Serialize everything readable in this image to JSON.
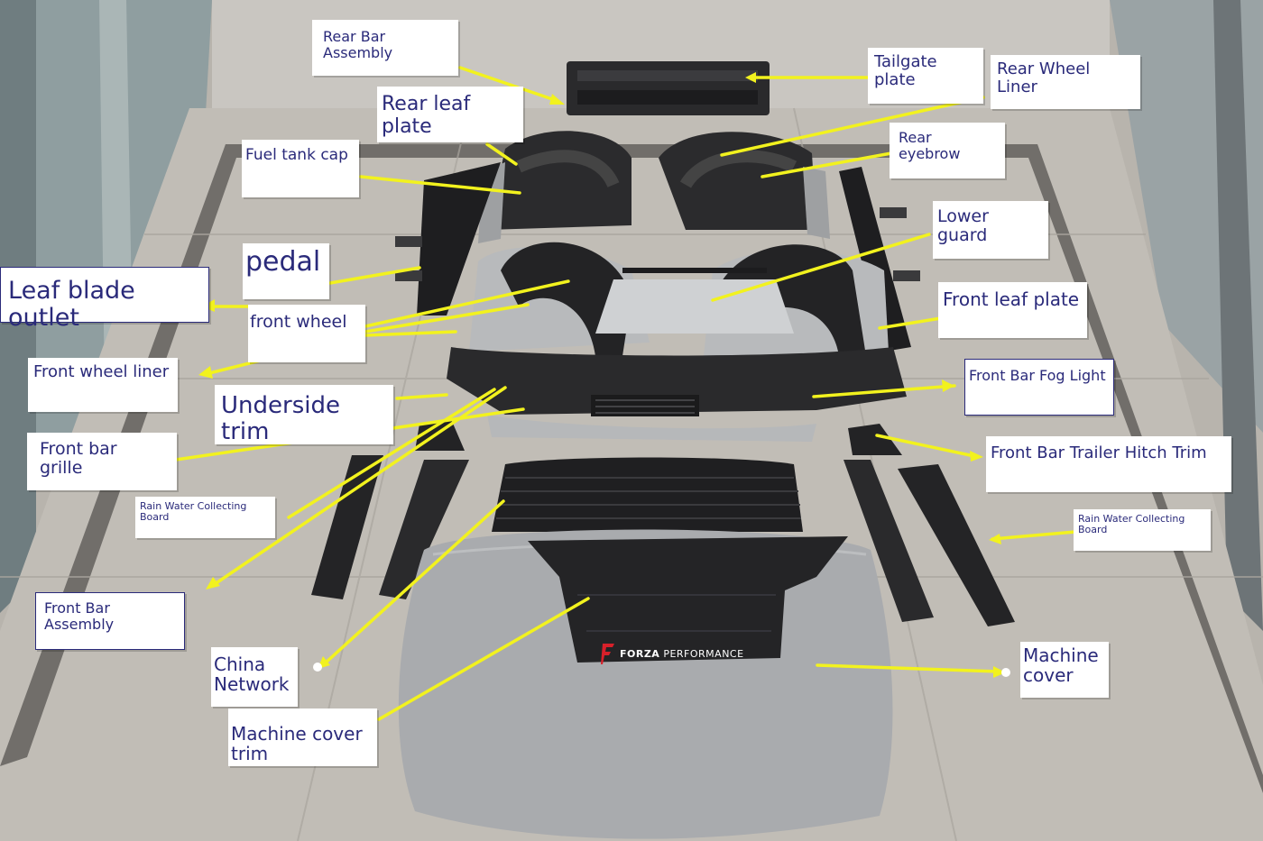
{
  "labels": {
    "rear_bar_assembly": "Rear Bar Assembly",
    "tailgate_plate": "Tailgate plate",
    "rear_wheel_liner": "Rear Wheel Liner",
    "rear_leaf_plate": "Rear leaf plate",
    "rear_eyebrow": "Rear eyebrow",
    "fuel_tank_cap": "Fuel tank cap",
    "lower_guard": "Lower guard",
    "pedal": "pedal",
    "leaf_blade_outlet": "Leaf blade outlet",
    "front_leaf_plate": "Front leaf plate",
    "front_wheel": "front wheel",
    "front_wheel_liner": "Front wheel liner",
    "front_bar_fog_light": "Front Bar Fog Light",
    "underside_trim": "Underside trim",
    "front_bar_grille": "Front bar grille",
    "front_bar_trailer_hitch_trim": "Front Bar Trailer Hitch Trim",
    "rain_water_collecting_board_left": "Rain Water Collecting\nBoard",
    "rain_water_collecting_board_right": "Rain Water Collecting\nBoard",
    "front_bar_assembly": "Front Bar Assembly",
    "china_network": "China\nNetwork",
    "machine_cover_trim": "Machine cover\ntrim",
    "machine_cover": "Machine\ncover"
  },
  "brand": {
    "name_bold": "FORZA",
    "name_light": "PERFORMANCE"
  },
  "colors": {
    "label_text": "#2a2a7a",
    "arrow": "#f2f21e",
    "label_bg": "#ffffff"
  }
}
